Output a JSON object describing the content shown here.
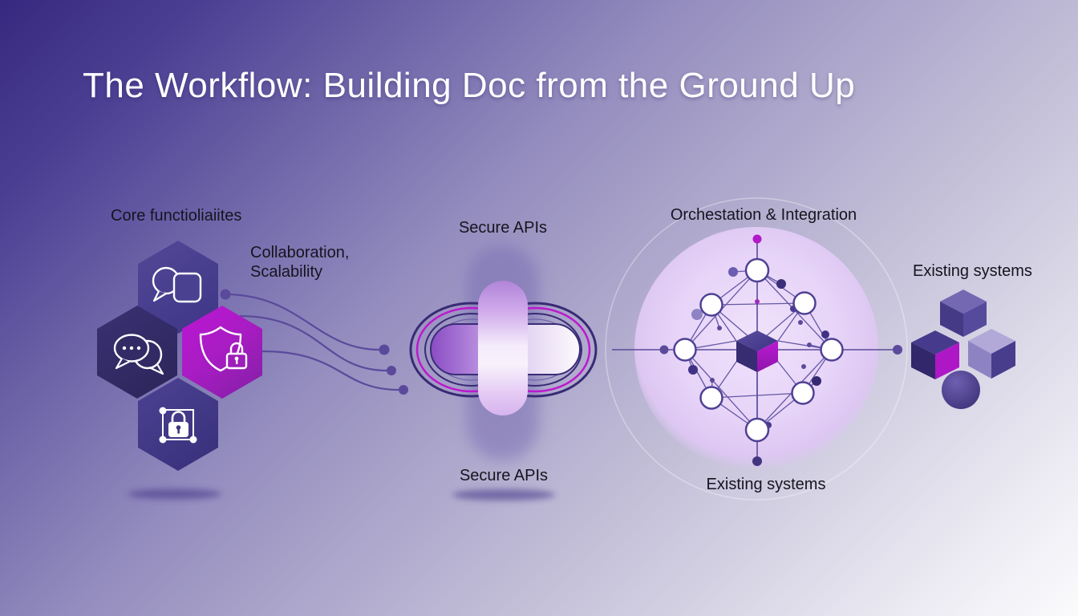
{
  "title": "The Workflow: Building Doc from the Ground Up",
  "stages": {
    "core": {
      "label": "Core functioliaiites",
      "annotation_line1": "Collaboration,",
      "annotation_line2": "Scalability",
      "hexagons": [
        {
          "icon": "chat-with-square-icon",
          "color": "#4b4191"
        },
        {
          "icon": "chat-bubbles-icon",
          "color": "#332b66"
        },
        {
          "icon": "shield-lock-icon",
          "color": "#a819c4"
        },
        {
          "icon": "lock-frame-icon",
          "color": "#433a82"
        }
      ]
    },
    "gateway": {
      "label_top": "Secure APIs",
      "label_bottom": "Secure APIs"
    },
    "orchestration": {
      "label": "Orchestation & Integration",
      "label_below": "Existing systems"
    },
    "existing": {
      "label": "Existing systems"
    }
  },
  "colors": {
    "background_start": "#36297f",
    "background_end": "#fbfbfd",
    "accent_magenta": "#bd18ce",
    "deep_indigo": "#38286f",
    "line_purple": "#5b4a9b",
    "sphere_glow": "#e7d4f8",
    "node_fill": "#ffffff",
    "text": "#17141f",
    "title_text": "#ffffff"
  }
}
